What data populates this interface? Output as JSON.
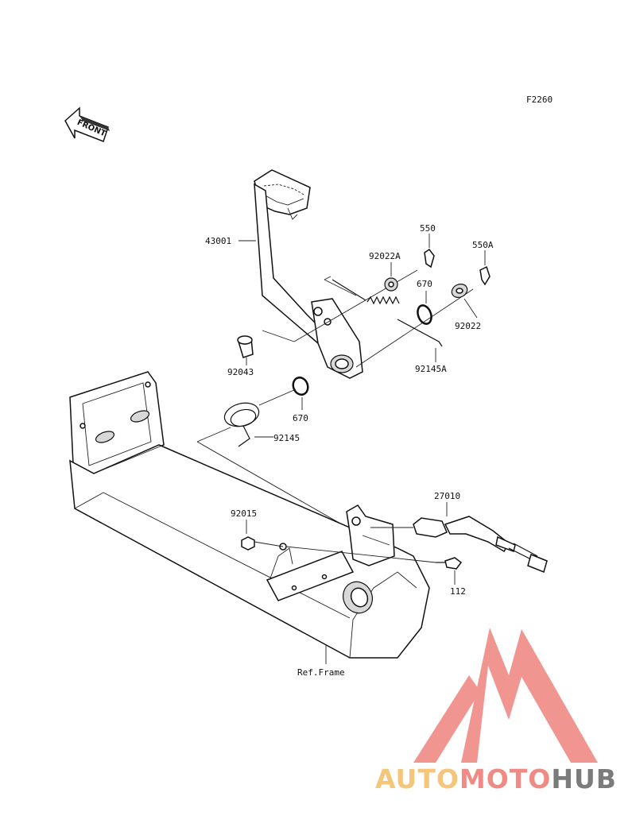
{
  "figure_code": "F2260",
  "front_label": "FRONT",
  "parts": {
    "brake_pedal": "43001",
    "cotter_pin": "550",
    "cotter_pin_a": "550A",
    "washer_a": "92022A",
    "oring_upper": "670",
    "washer": "92022",
    "pivot_bolt": "92043",
    "spring_a": "92145A",
    "oring_lower": "670",
    "spring": "92145",
    "nut": "92015",
    "switch": "27010",
    "bolt": "112",
    "frame_ref": "Ref.Frame"
  },
  "watermark": {
    "part1": "AUTO",
    "part2": "MOTO",
    "part3": "HUB",
    "colors": {
      "auto": "#f5c67a",
      "moto": "#f08a84",
      "hub": "#7b7b7b",
      "logo": "#f08a84"
    }
  }
}
